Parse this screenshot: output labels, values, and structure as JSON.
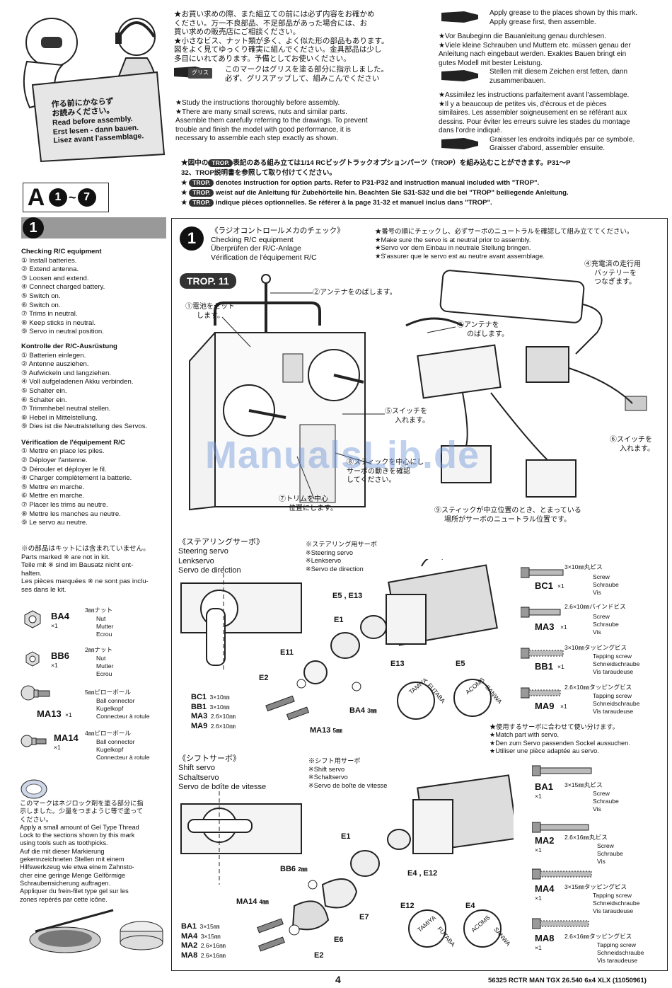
{
  "intro": {
    "ja_lines": [
      "作る前にかならず",
      "お読みください。"
    ],
    "en": "Read before assembly.",
    "de": "Erst lesen - dann bauen.",
    "fr": "Lisez avant l'assemblage."
  },
  "notes_ja": [
    "★お買い求めの際、また組立ての前には必ず内容をお確かめ",
    "ください。万一不良部品、不足部品があった場合には、お",
    "買い求めの販売店にご相談ください。",
    "★小さなビス、ナット類が多く、よく似た形の部品もあります。",
    "図をよく見てゆっくり確実に組んでください。金具部品は少し",
    "多目にいれてあります。予備としてお使いください。",
    "このマークはグリスを塗る部分に指示しました。",
    "必ず、グリスアップして、組みこんでください"
  ],
  "grease_label": "グリス",
  "notes_en": [
    "★Study the instructions thoroughly before assembly.",
    "★There are many small screws, nuts and similar parts.",
    "Assemble them carefully referring to the drawings. To prevent",
    "trouble and finish the model with good performance, it is",
    "necessary to assemble each step exactly as shown."
  ],
  "notes_right": {
    "grease_en": [
      "Apply grease to the places shown by this mark.",
      "Apply grease first, then assemble."
    ],
    "de": [
      "★Vor Baubeginn die Bauanleitung genau durchlesen.",
      "★Viele kleine Schrauben und Muttern etc. müssen genau der",
      "Anleitung nach eingebaut werden. Exaktes Bauen bringt ein",
      "gutes Modell mit bester Leistung."
    ],
    "grease_de": [
      "Stellen mit diesem Zeichen erst fetten, dann",
      "zusammenbauen."
    ],
    "fr": [
      "★Assimilez les instructions parfaitement avant l'assemblage.",
      "★Il y a beaucoup de petites vis, d'écrous et de pièces",
      "similaires. Les assembler soigneusement en se référant aux",
      "dessins. Pour éviter les erreurs suivre les stades du montage",
      "dans l'ordre indiqué."
    ],
    "grease_fr": [
      "Graisser les endroits indiqués par ce symbole.",
      "Graisser d'abord, assembler ensuite."
    ]
  },
  "trop_notes": {
    "badge": "TROP.",
    "ja": [
      "★図中の",
      "表記のある組み立ては1/14 RCビッグトラックオプションパーツ（TROP）を組み込むことができます。P31～P",
      "32、TROP説明書を参照して取り付けてください。"
    ],
    "en": "denotes instruction for option parts. Refer to P31-P32 and instruction manual included with \"TROP\".",
    "de": "weist auf die Anleitung für Zubehörteile hin. Beachten Sie S31-S32 und die bei \"TROP\" beiliegende Anleitung.",
    "fr": "indique pièces optionnelles. Se référer à la page 31-32 et manuel inclus dans \"TROP\"."
  },
  "section_header": {
    "letter": "A",
    "from": "1",
    "tilde": "~",
    "to": "7"
  },
  "step1": {
    "number": "1",
    "en_title": "Checking R/C equipment",
    "en_items": [
      "① Install batteries.",
      "② Extend antenna.",
      "③ Loosen and extend.",
      "④ Connect charged battery.",
      "⑤ Switch on.",
      "⑥ Switch on.",
      "⑦ Trims in neutral.",
      "⑧ Keep sticks in neutral.",
      "⑨ Servo in neutral position."
    ],
    "de_title": "Kontrolle der R/C-Ausrüstung",
    "de_items": [
      "① Batterien einlegen.",
      "② Antenne ausziehen.",
      "③ Aufwickeln und langziehen.",
      "④ Voll aufgeladenen Akku verbinden.",
      "⑤ Schalter ein.",
      "⑥ Schalter ein.",
      "⑦ Trimmhebel neutral stellen.",
      "⑧ Hebel in Mittelstellung.",
      "⑨ Dies ist die Neutralstellung des Servos."
    ],
    "fr_title": "Vérification de l'équipement R/C",
    "fr_items": [
      "① Mettre en place les piles.",
      "② Déployer l'antenne.",
      "③ Dérouler et déployer le fil.",
      "④ Charger complètement la batterie.",
      "⑤ Mettre en marche.",
      "⑥ Mettre en marche.",
      "⑦ Placer les trims au neutre.",
      "⑧ Mettre les manches au neutre.",
      "⑨ Le servo au neutre."
    ]
  },
  "not_in_kit": {
    "ja": "※の部品はキットには含まれていません。",
    "en": [
      "Parts marked ※ are not in kit."
    ],
    "de": [
      "Teile mit ※ sind im Bausatz nicht ent-",
      "halten."
    ],
    "fr": [
      "Les pièces marquées ※ ne sont pas inclu-",
      "ses dans le kit."
    ]
  },
  "parts_left": [
    {
      "code": "BA4",
      "qty": "×1",
      "ja": "3㎜ナット",
      "desc": [
        "Nut",
        "Mutter",
        "Ecrou"
      ]
    },
    {
      "code": "BB6",
      "qty": "×1",
      "ja": "2㎜ナット",
      "desc": [
        "Nut",
        "Mutter",
        "Ecrou"
      ]
    },
    {
      "code": "MA13",
      "qty": "×1",
      "ja": "5㎜ピローボール",
      "desc": [
        "Ball connector",
        "Kugelkopf",
        "Connecteur à rotule"
      ]
    },
    {
      "code": "MA14",
      "qty": "×1",
      "ja": "4㎜ピローボール",
      "desc": [
        "Ball connector",
        "Kugelkopf",
        "Connecteur à rotule"
      ]
    }
  ],
  "threadlock": {
    "ja": [
      "このマークはネジロック剤を塗る部分に指",
      "示しました。少量をつまようじ等で塗って",
      "ください。"
    ],
    "en": [
      "Apply a small amount of Gel Type Thread",
      "Lock to the sections shown by this mark",
      "using tools such as toothpicks."
    ],
    "de": [
      "Auf die mit dieser Markierung",
      "gekennzeichneten Stellen mit einem",
      "Hilfswerkzeug wie etwa einem Zahnsto-",
      "cher eine geringe Menge Gelförmige",
      "Schraubensicherung auftragen."
    ],
    "fr": [
      "Appliquer du frein-filet type gel sur les",
      "zones repérés par cette icône."
    ]
  },
  "rc_check": {
    "step": "1",
    "title_ja": "《ラジオコントロールメカのチェック》",
    "title_en": "Checking R/C equipment",
    "title_de": "Überprüfen der R/C-Anlage",
    "title_fr": "Vérification de l'équipement R/C",
    "trop_tag": "TROP. 11",
    "note_ja": "★番号の順にチェックし、必ずサーボのニュートラルを確認して組み立ててください。",
    "note_en": "★Make sure the servo is at neutral prior to assembly.",
    "note_de": "★Servo vor dem Einbau in neutrale Stellung bringen.",
    "note_fr": "★S'assurer que le servo est au neutre avant assemblage.",
    "callouts": {
      "c1": [
        "①電池をセット",
        "します。"
      ],
      "c2": "②アンテナをのばします。",
      "c3": [
        "③アンテナを",
        "のばします。"
      ],
      "c4": [
        "④充電済の走行用",
        "バッテリーを",
        "つなぎます。"
      ],
      "c5": [
        "⑤スイッチを",
        "入れます。"
      ],
      "c6": [
        "⑥スイッチを",
        "入れます。"
      ],
      "c7": [
        "⑦トリムを中心",
        "位置にします。"
      ],
      "c8": [
        "⑧スティックを中心にし",
        "サーボの動きを確認",
        "してください。"
      ],
      "c9": [
        "⑨スティックが中立位置のとき、とまっている",
        "場所がサーボのニュートラル位置です。"
      ]
    },
    "watermark": "ManualsLib.de"
  },
  "steering": {
    "title_ja": "《ステアリングサーボ》",
    "title_en": "Steering servo",
    "title_de": "Lenkservo",
    "title_fr": "Servo de direction",
    "servo_ja": "※ステアリング用サーボ",
    "servo_en": "※Steering servo",
    "servo_de": "※Lenkservo",
    "servo_fr": "※Servo de direction",
    "labels": {
      "e5e13": "E5 , E13",
      "e1": "E1",
      "e11": "E11",
      "e2": "E2",
      "ba4": "BA4",
      "ba4_size": "3㎜",
      "ma13": "MA13",
      "ma13_size": "5㎜",
      "e13": "E13",
      "e5": "E5"
    },
    "screws": [
      {
        "code": "BC1",
        "size": "3×10㎜"
      },
      {
        "code": "BB1",
        "size": "3×10㎜"
      },
      {
        "code": "MA3",
        "size": "2.6×10㎜"
      },
      {
        "code": "MA9",
        "size": "2.6×10㎜"
      }
    ],
    "horn_a": [
      "TAMIYA",
      "FUTABA"
    ],
    "horn_b": [
      "ACOMS",
      "SANWA"
    ]
  },
  "parts_right_top": [
    {
      "code": "BC1",
      "qty": "×1",
      "ja": "3×10㎜丸ビス",
      "desc": [
        "Screw",
        "Schraube",
        "Vis"
      ]
    },
    {
      "code": "MA3",
      "qty": "×1",
      "ja": "2.6×10㎜バインドビス",
      "desc": [
        "Screw",
        "Schraube",
        "Vis"
      ]
    },
    {
      "code": "BB1",
      "qty": "×1",
      "ja": "3×10㎜タッピングビス",
      "desc": [
        "Tapping screw",
        "Schneidschraube",
        "Vis taraudeuse"
      ]
    },
    {
      "code": "MA9",
      "qty": "×1",
      "ja": "2.6×10㎜タッピングビス",
      "desc": [
        "Tapping screw",
        "Schneidschraube",
        "Vis taraudeuse"
      ]
    }
  ],
  "match_note": {
    "ja": "★使用するサーボに合わせて使い分けます。",
    "en": "★Match part with servo.",
    "de": "★Den zum Servo passenden Sockel aussuchen.",
    "fr": "★Utiliser une pièce adaptée au servo."
  },
  "shift": {
    "title_ja": "《シフトサーボ》",
    "title_en": "Shift servo",
    "title_de": "Schaltservo",
    "title_fr": "Servo de boîte de vitesse",
    "servo_ja": "※シフト用サーボ",
    "servo_en": "※Shift servo",
    "servo_de": "※Schaltservo",
    "servo_fr": "※Servo de boîte de vitesse",
    "labels": {
      "e1": "E1",
      "bb6": "BB6",
      "bb6_size": "2㎜",
      "e4e12": "E4 , E12",
      "ma14": "MA14",
      "ma14_size": "4㎜",
      "e7": "E7",
      "e6": "E6",
      "e2": "E2",
      "e12": "E12",
      "e4": "E4"
    },
    "screws": [
      {
        "code": "BA1",
        "size": "3×15㎜"
      },
      {
        "code": "MA4",
        "size": "3×15㎜"
      },
      {
        "code": "MA2",
        "size": "2.6×16㎜"
      },
      {
        "code": "MA8",
        "size": "2.6×16㎜"
      }
    ],
    "horn_a": [
      "TAMIYA",
      "FUTABA"
    ],
    "horn_b": [
      "ACOMS",
      "SANWA"
    ]
  },
  "parts_right_bottom": [
    {
      "code": "BA1",
      "qty": "×1",
      "ja": "3×15㎜丸ビス",
      "desc": [
        "Screw",
        "Schraube",
        "Vis"
      ]
    },
    {
      "code": "MA2",
      "qty": "×1",
      "ja": "2.6×16㎜丸ビス",
      "desc": [
        "Screw",
        "Schraube",
        "Vis"
      ]
    },
    {
      "code": "MA4",
      "qty": "×1",
      "ja": "3×15㎜タッピングビス",
      "desc": [
        "Tapping screw",
        "Schneidschraube",
        "Vis taraudeuse"
      ]
    },
    {
      "code": "MA8",
      "qty": "×1",
      "ja": "2.6×16㎜タッピングビス",
      "desc": [
        "Tapping screw",
        "Schneidschraube",
        "Vis taraudeuse"
      ]
    }
  ],
  "footer": {
    "page": "4",
    "code": "56325 RCTR MAN TGX 26.540 6x4 XLX (11050961)"
  }
}
